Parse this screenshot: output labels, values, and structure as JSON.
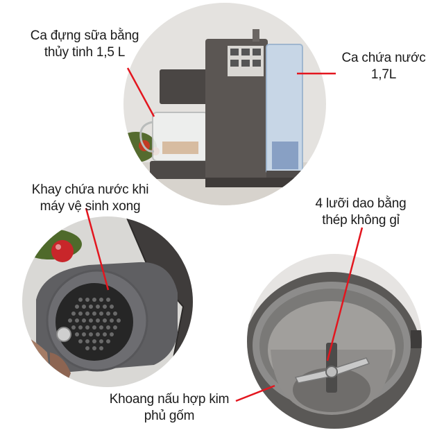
{
  "labels": {
    "glass_jar": {
      "line1": "Ca đựng sữa bằng",
      "line2": "thủy tinh 1,5 L"
    },
    "water_tank": {
      "line1": "Ca chứa nước",
      "line2": "1,7L"
    },
    "drip_tray": {
      "line1": "Khay chứa nước khi",
      "line2": "máy vệ sinh xong"
    },
    "blades": {
      "line1": "4 lưỡi dao bằng",
      "line2": "thép không gỉ"
    },
    "chamber": {
      "line1": "Khoang nấu hợp kim",
      "line2": "phủ gốm"
    }
  },
  "colors": {
    "pointer": "#e3161f",
    "machine_body": "#5b5653",
    "machine_dark": "#3f3b39",
    "water_tank": "#b9cfe6",
    "tray_grey": "#6c6c70",
    "chamber_grey": "#8e8f91"
  }
}
